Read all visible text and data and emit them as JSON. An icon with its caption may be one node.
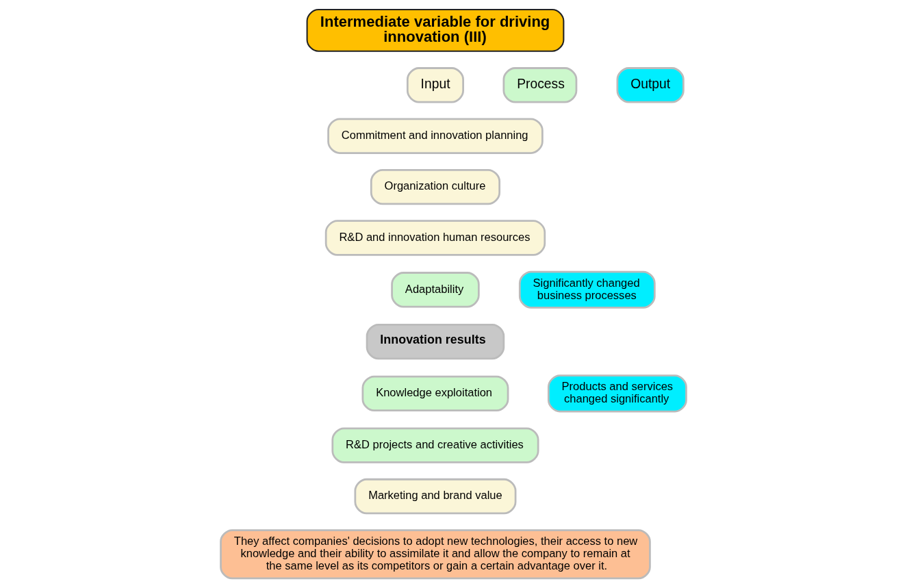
{
  "diagram": {
    "nodes": [
      {
        "text": [
          "Intermediate variable for driving innovation (III)"
        ]
      },
      {
        "text": [
          "Input"
        ]
      },
      {
        "text": [
          "Process"
        ]
      },
      {
        "text": [
          "Output"
        ]
      },
      {
        "text": [
          "Commitment and innovation planning"
        ]
      },
      {
        "text": [
          "Organization culture"
        ]
      },
      {
        "text": [
          "R&D and innovation human resources"
        ]
      },
      {
        "text": [
          "Adaptability"
        ]
      },
      {
        "text": [
          "Significantly changed business processes"
        ]
      },
      {
        "text": [
          "Innovation results"
        ]
      },
      {
        "text": [
          "Knowledge exploitation"
        ]
      },
      {
        "text": [
          "Products and services changed significantly"
        ]
      },
      {
        "text": [
          "R&D projects and creative activities"
        ]
      },
      {
        "text": [
          "Marketing and brand value"
        ]
      },
      {
        "text": [
          "They affect companies' decisions to adopt new technologies, their access to new knowledge and their ability to assimilate it and allow the company to remain at the same level as its competitors or gain a certain advantage over it."
        ]
      }
    ],
    "edges": []
  }
}
